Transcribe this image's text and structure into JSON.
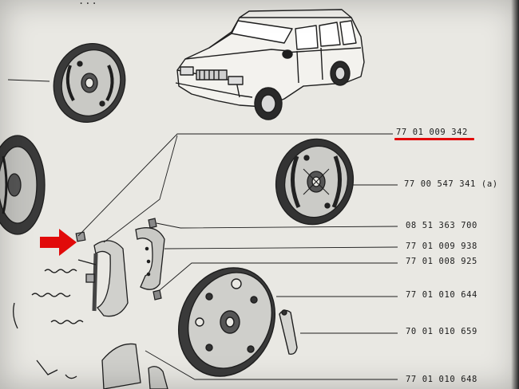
{
  "document": {
    "header_partial": "...",
    "highlight_color": "#e10a0a",
    "parts": [
      {
        "id": "p1",
        "number": "77 01 009 342",
        "highlighted": true
      },
      {
        "id": "p2",
        "number": "77 00 547 341 (a)",
        "highlighted": false
      },
      {
        "id": "p3",
        "number": "08 51 363 700",
        "highlighted": false
      },
      {
        "id": "p4",
        "number": "77 01 009 938",
        "highlighted": false
      },
      {
        "id": "p5",
        "number": "77 01 008 925",
        "highlighted": false
      },
      {
        "id": "p6",
        "number": "77 01 010 644",
        "highlighted": false
      },
      {
        "id": "p7",
        "number": "70 01 010 659",
        "highlighted": false
      },
      {
        "id": "p8",
        "number": "77 01 010 648",
        "highlighted": false
      }
    ]
  }
}
